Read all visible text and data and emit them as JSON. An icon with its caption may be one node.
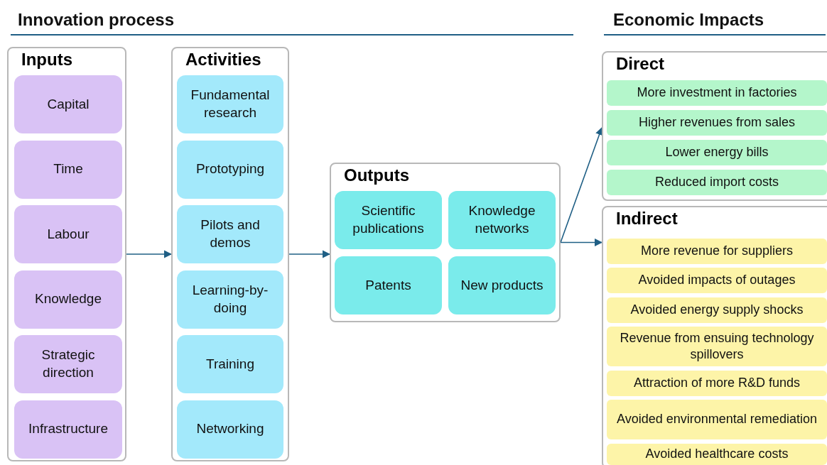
{
  "diagram": {
    "nodes": [
      {
        "text": [
          "Inputs"
        ]
      },
      {
        "text": [
          "Capital"
        ],
        "in": 0
      },
      {
        "text": [
          "Time"
        ],
        "in": 0
      },
      {
        "text": [
          "Labour"
        ],
        "in": 0
      },
      {
        "text": [
          "Knowledge"
        ],
        "in": 0
      },
      {
        "text": [
          "Strategic direction"
        ],
        "in": 0
      },
      {
        "text": [
          "Infrastructure"
        ],
        "in": 0
      },
      {
        "text": [
          "Activities"
        ]
      },
      {
        "text": [
          "Fundamental research"
        ],
        "in": 7
      },
      {
        "text": [
          "Prototyping"
        ],
        "in": 7
      },
      {
        "text": [
          "Pilots and demos"
        ],
        "in": 7
      },
      {
        "text": [
          "Learning-by-doing"
        ],
        "in": 7
      },
      {
        "text": [
          "Training"
        ],
        "in": 7
      },
      {
        "text": [
          "Networking"
        ],
        "in": 7
      },
      {
        "text": [
          "Outputs"
        ]
      },
      {
        "text": [
          "Scientific publications"
        ],
        "in": 14
      },
      {
        "text": [
          "Knowledge networks"
        ],
        "in": 14
      },
      {
        "text": [
          "Patents"
        ],
        "in": 14
      },
      {
        "text": [
          "New products"
        ],
        "in": 14
      },
      {
        "text": [
          "Direct"
        ]
      },
      {
        "text": [
          "More investment in factories"
        ],
        "in": 19
      },
      {
        "text": [
          "Higher revenues from sales"
        ],
        "in": 19
      },
      {
        "text": [
          "Lower energy bills"
        ],
        "in": 19
      },
      {
        "text": [
          "Reduced import costs"
        ],
        "in": 19
      },
      {
        "text": [
          "Indirect"
        ]
      },
      {
        "text": [
          "More revenue for suppliers"
        ],
        "in": 24
      },
      {
        "text": [
          "Avoided impacts of outages"
        ],
        "in": 24
      },
      {
        "text": [
          "Avoided energy supply shocks"
        ],
        "in": 24
      },
      {
        "text": [
          "Revenue from ensuing technology spillovers"
        ],
        "in": 24
      },
      {
        "text": [
          "Attraction of more R&D funds"
        ],
        "in": 24
      },
      {
        "text": [
          "Avoided environmental remediation"
        ],
        "in": 24
      },
      {
        "text": [
          "Avoided healthcare costs"
        ],
        "in": 24
      }
    ],
    "edges": [
      {
        "from": 0,
        "to": 7,
        "arrow": "to"
      },
      {
        "from": 7,
        "to": 14,
        "arrow": "to"
      },
      {
        "from": 14,
        "to": 19,
        "arrow": "to"
      },
      {
        "from": 14,
        "to": 24,
        "arrow": "to"
      }
    ],
    "labels": [
      "Innovation process",
      "Economic Impacts"
    ]
  }
}
